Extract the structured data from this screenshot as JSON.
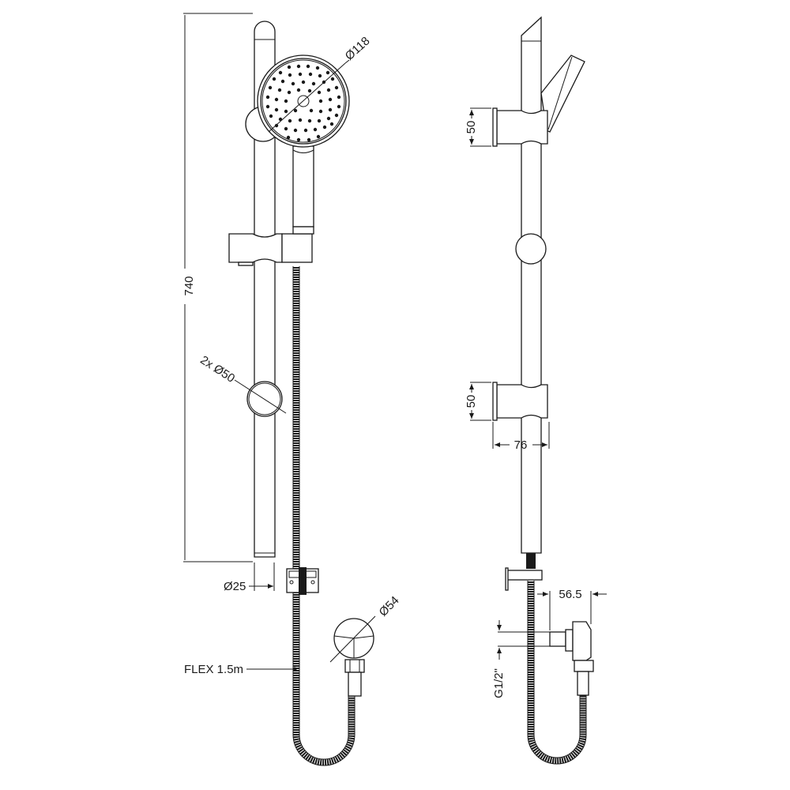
{
  "drawing": {
    "title": "Slider rail shower kit - technical drawing",
    "views": [
      "front-view",
      "side-view"
    ]
  },
  "front_view": {
    "overall_height": "740",
    "head_diameter": "Ø118",
    "bracket_diameter": "2x Ø50",
    "rail_diameter": "Ø25",
    "outlet_diameter": "Ø54",
    "hose_label": "FLEX 1.5m"
  },
  "side_view": {
    "top_bracket_height": "50",
    "bottom_bracket_height": "50",
    "bracket_projection": "76",
    "outlet_projection": "56.5",
    "thread_size": "G1/2\""
  },
  "colors": {
    "line": "#1a1a1a",
    "background": "#ffffff"
  }
}
